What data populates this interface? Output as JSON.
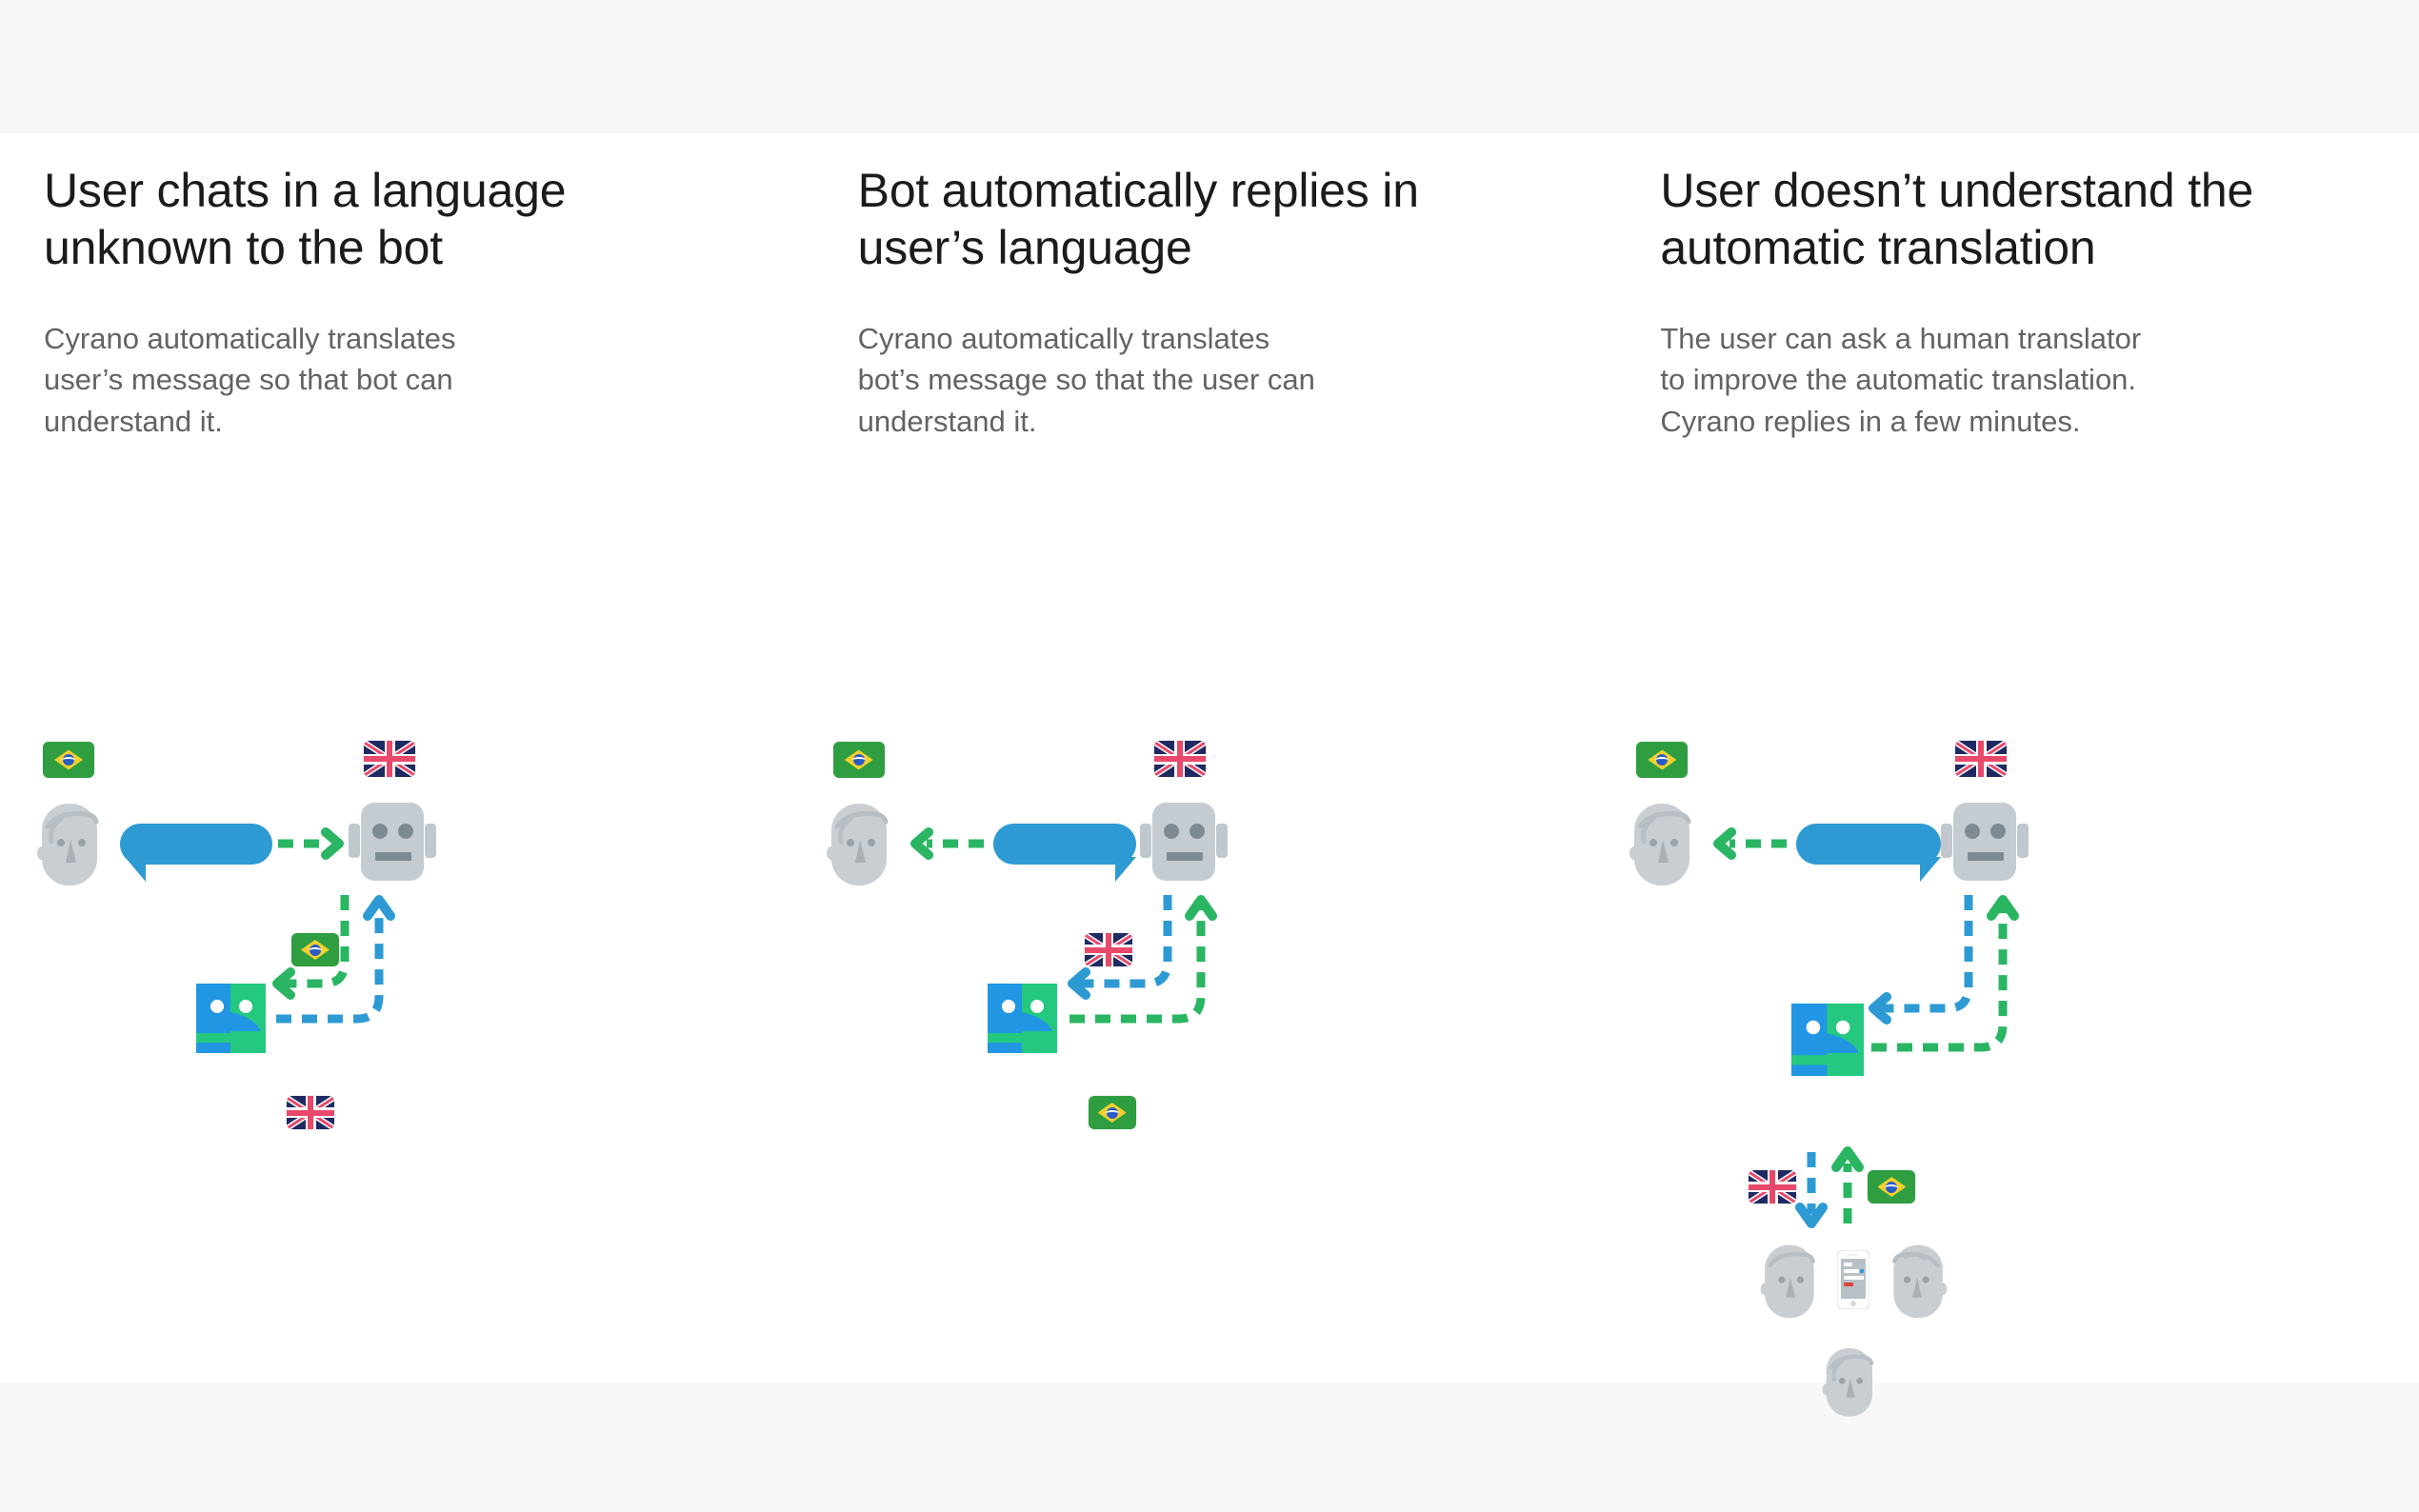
{
  "colors": {
    "blue": "#2e9ad4",
    "blue_dark": "#1f8ec9",
    "green": "#2ab563",
    "gray_light": "#c9ced2",
    "gray_mid": "#7e8a91",
    "logo_blue": "#2196e3",
    "logo_green": "#24c97f",
    "band": "#f8f8f9",
    "title_color": "#1b1b1b",
    "body_color": "#636363"
  },
  "columns": [
    {
      "id": "col-user-chats",
      "title": "User chats in a language\nunknown to the bot",
      "body": "Cyrano automatically translates\nuser’s message so that bot can\nunderstand it.",
      "flags": {
        "user": "brazil-flag",
        "bot": "uk-flag",
        "from": "brazil-flag",
        "to": "uk-flag"
      },
      "direction": "user-to-bot"
    },
    {
      "id": "col-bot-replies",
      "title": "Bot automatically replies in\nuser’s language",
      "body": "Cyrano automatically translates\nbot’s message so that the user can\nunderstand it.",
      "flags": {
        "user": "brazil-flag",
        "bot": "uk-flag",
        "from": "uk-flag",
        "to": "brazil-flag"
      },
      "direction": "bot-to-user"
    },
    {
      "id": "col-human-translation",
      "title": "User doesn’t understand the\nautomatic translation",
      "body": "The user can ask a human translator\nto improve the automatic translation.\nCyrano replies in a few minutes.",
      "flags": {
        "user": "brazil-flag",
        "bot": "uk-flag",
        "translator_in": "uk-flag",
        "translator_out": "brazil-flag"
      },
      "direction": "bot-to-user-with-humans"
    }
  ],
  "icons": {
    "user_head": "user-head-icon",
    "robot": "robot-icon",
    "speech_bubble": "speech-bubble-icon",
    "cyrano_logo": "cyrano-logo-icon",
    "phone": "phone-icon",
    "translator_head": "translator-head-icon",
    "arrow_green": "green-dashed-arrow-icon",
    "arrow_blue": "blue-dashed-arrow-icon"
  }
}
